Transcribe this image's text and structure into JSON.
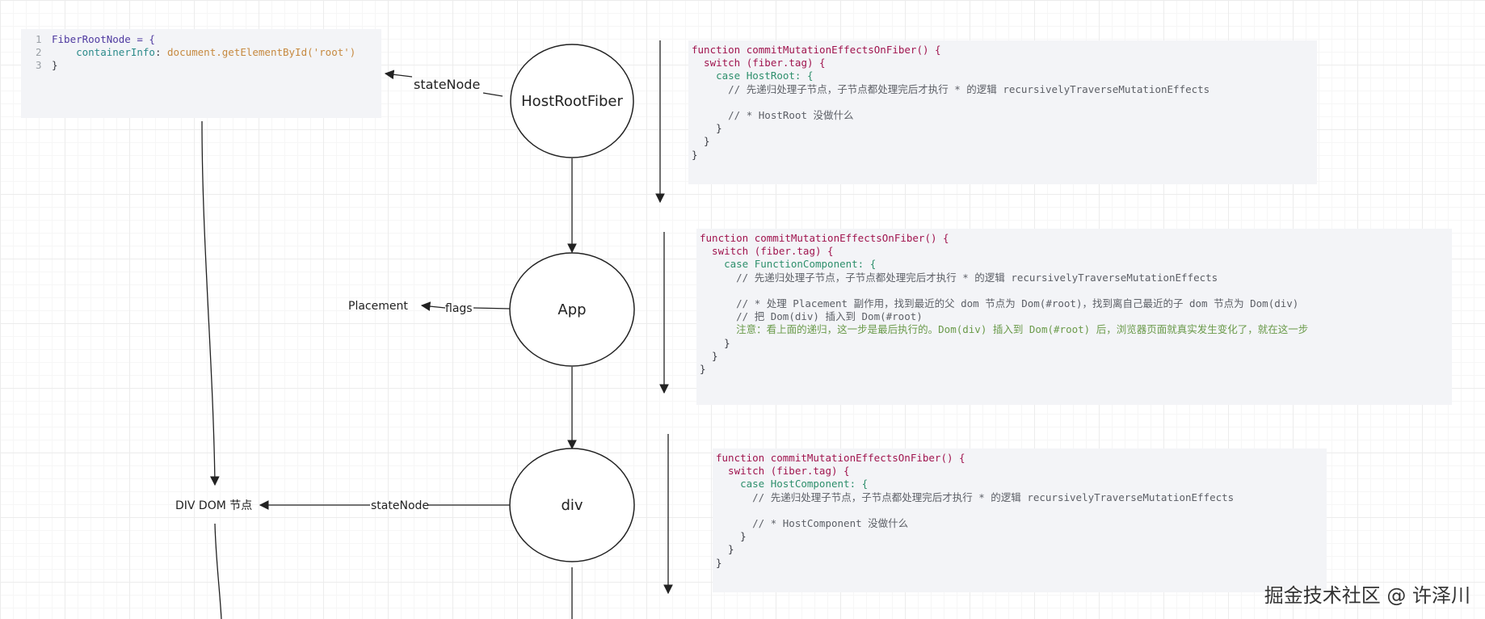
{
  "root_code": {
    "lines": [
      {
        "num": "1",
        "text": "FiberRootNode = {"
      },
      {
        "num": "2",
        "key": "containerInfo",
        "value": "document.getElementById('root')"
      },
      {
        "num": "3",
        "text": "}"
      }
    ]
  },
  "nodes": {
    "host_root_fiber": "HostRootFiber",
    "app": "App",
    "div": "div"
  },
  "edge_labels": {
    "state_node_top": "stateNode",
    "flags": "flags",
    "placement": "Placement",
    "state_node_div": "stateNode",
    "div_dom": "DIV DOM 节点"
  },
  "code_blocks": [
    {
      "lines": [
        "function commitMutationEffectsOnFiber() {",
        "  switch (fiber.tag) {",
        "    case HostRoot: {",
        "      // 先递归处理子节点，子节点都处理完后才执行 * 的逻辑 recursivelyTraverseMutationEffects",
        "",
        "      // * HostRoot 没做什么",
        "    }",
        "  }",
        "}"
      ]
    },
    {
      "lines": [
        "function commitMutationEffectsOnFiber() {",
        "  switch (fiber.tag) {",
        "    case FunctionComponent: {",
        "      // 先递归处理子节点，子节点都处理完后才执行 * 的逻辑 recursivelyTraverseMutationEffects",
        "",
        "      // * 处理 Placement 副作用，找到最近的父 dom 节点为 Dom(#root)，找到离自己最近的子 dom 节点为 Dom(div)",
        "      // 把 Dom(div) 插入到 Dom(#root)",
        "      注意：看上面的递归，这一步是最后执行的。Dom(div) 插入到 Dom(#root) 后，浏览器页面就真实发生变化了，就在这一步",
        "    }",
        "  }",
        "}"
      ]
    },
    {
      "lines": [
        "function commitMutationEffectsOnFiber() {",
        "  switch (fiber.tag) {",
        "    case HostComponent: {",
        "      // 先递归处理子节点，子节点都处理完后才执行 * 的逻辑 recursivelyTraverseMutationEffects",
        "",
        "      // * HostComponent 没做什么",
        "    }",
        "  }",
        "}"
      ]
    }
  ],
  "watermark": "掘金技术社区 @ 许泽川"
}
